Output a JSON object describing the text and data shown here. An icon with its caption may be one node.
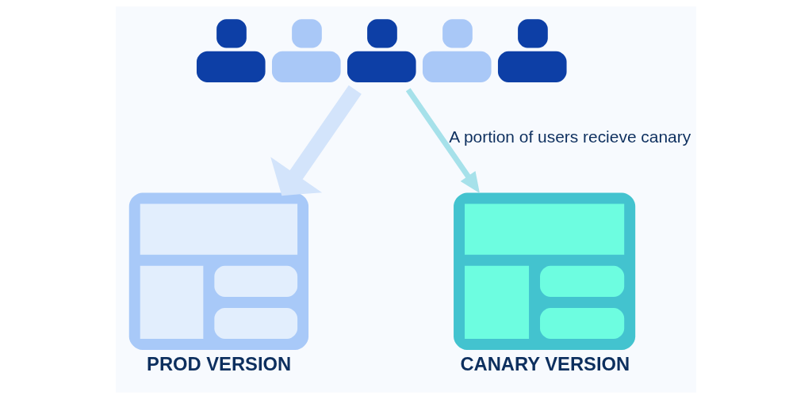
{
  "diagram": {
    "nodes": [
      {
        "text": [],
        "shape": "person"
      },
      {
        "text": [
          "PROD VERSION"
        ]
      },
      {
        "text": [
          "CANARY VERSION"
        ]
      }
    ],
    "edges": [
      {
        "from": 0,
        "to": 1,
        "arrow": "to",
        "style": "thick",
        "color": "#d3e4fb"
      },
      {
        "from": 0,
        "to": 2,
        "arrow": "to",
        "label": "A portion of users recieve canary",
        "color": "#a6e1ea"
      }
    ]
  }
}
